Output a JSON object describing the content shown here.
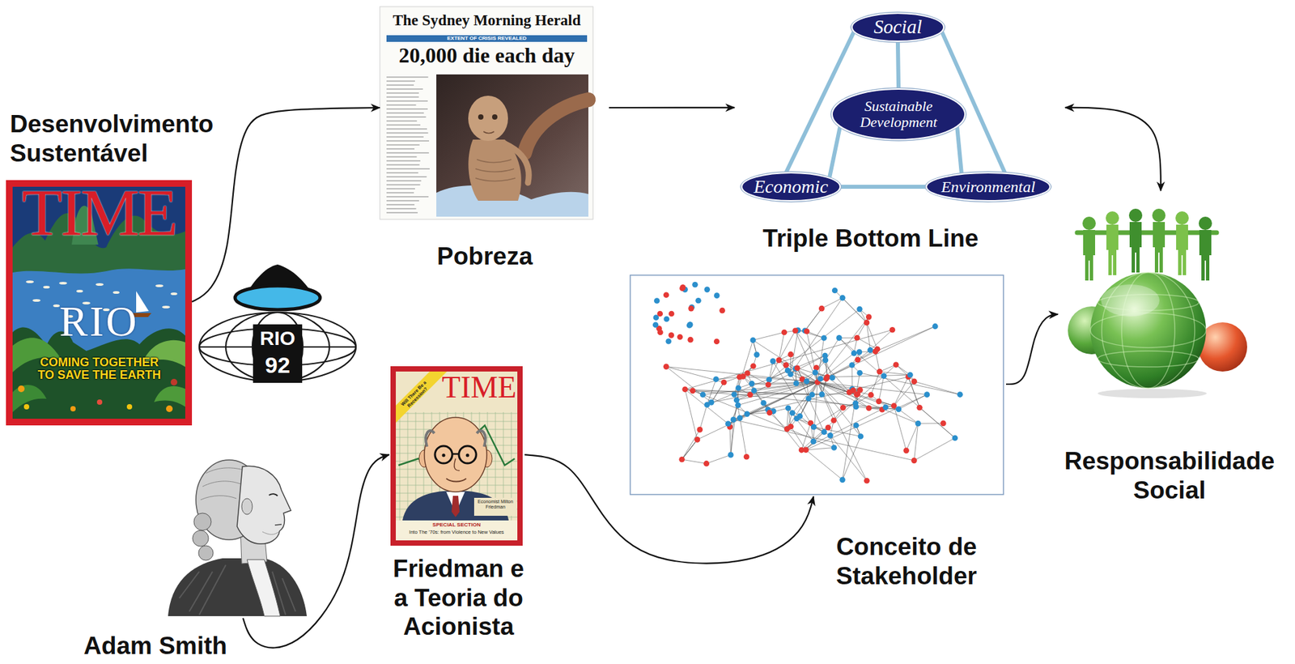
{
  "diagram": {
    "nodes": [
      {
        "text": [
          "Desenvolvimento Sustentável"
        ]
      },
      {
        "text": [
          "Pobreza"
        ]
      },
      {
        "text": [
          "Triple Bottom Line"
        ]
      },
      {
        "text": [
          "Social"
        ],
        "in": 2
      },
      {
        "text": [
          "Sustainable Development"
        ],
        "in": 2
      },
      {
        "text": [
          "Economic"
        ],
        "in": 2
      },
      {
        "text": [
          "Environmental"
        ],
        "in": 2
      },
      {
        "text": [
          "Responsabilidade Social"
        ]
      },
      {
        "text": [
          "Conceito de Stakeholder"
        ]
      },
      {
        "text": [
          "Adam Smith"
        ]
      },
      {
        "text": [
          "Friedman e a Teoria do Acionista"
        ]
      }
    ],
    "edges": [
      {
        "from": 0,
        "to": 1,
        "arrow": "to"
      },
      {
        "from": 1,
        "to": 2,
        "arrow": "to"
      },
      {
        "from": 3,
        "to": 5,
        "arrow": "none"
      },
      {
        "from": 3,
        "to": 6,
        "arrow": "none"
      },
      {
        "from": 5,
        "to": 6,
        "arrow": "none"
      },
      {
        "from": 3,
        "to": 4,
        "arrow": "none"
      },
      {
        "from": 4,
        "to": 5,
        "arrow": "none"
      },
      {
        "from": 4,
        "to": 6,
        "arrow": "none"
      },
      {
        "from": 2,
        "to": 7,
        "arrow": "both"
      },
      {
        "from": 9,
        "to": 10,
        "arrow": "to"
      },
      {
        "from": 10,
        "to": 8,
        "arrow": "to"
      },
      {
        "from": 8,
        "to": 7,
        "arrow": "to"
      }
    ],
    "labels": [
      "The Sydney Morning Herald",
      "EXTENT OF CRISIS REVEALED",
      "20,000 die each day",
      "TIME",
      "RIO",
      "COMING TOGETHER TO SAVE THE EARTH",
      "RIO",
      "92",
      "Will There Be a Recession?",
      "TIME",
      "Economist Milton Friedman",
      "SPECIAL SECTION",
      "Into The '70s: from Violence to New Values"
    ]
  }
}
